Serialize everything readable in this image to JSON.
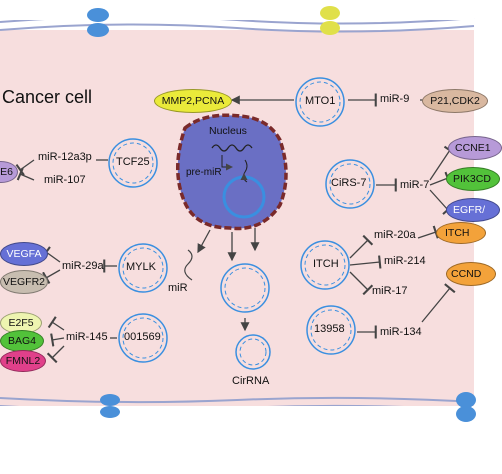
{
  "cell_label": "Cancer cell",
  "nucleus_label": "Nucleus",
  "pre_mir_label": "pre-miR",
  "mir_label": "miR",
  "circrna_label": "CirRNA",
  "circrnas": {
    "mto1": "MTO1",
    "tcf25": "TCF25",
    "cirs7": "CiRS-7",
    "mylk": "MYLK",
    "itch": "ITCH",
    "c001569": "001569",
    "c13958": "13958"
  },
  "mirnas": {
    "mir9": "miR-9",
    "mir12a3p": "miR-12a3p",
    "mir107": "miR-107",
    "mir7": "miR-7",
    "mir29a": "miR-29a",
    "mir20a": "miR-20a",
    "mir214": "miR-214",
    "mir17": "miR-17",
    "mir145": "miR-145",
    "mir134": "miR-134"
  },
  "targets": {
    "mmp2_pcna": "MMP2,PCNA",
    "p21_cdk2": "P21,CDK2",
    "e6": "E6",
    "ccne1": "CCNE1",
    "pik3cd": "PIK3CD",
    "egfr": "EGFR/",
    "vegfa": "VEGFA",
    "vegfr2": "VEGFR2",
    "itch_t": "ITCH",
    "ccnd": "CCND",
    "e2f5": "E2F5",
    "bag4": "BAG4",
    "fmnl2": "FMNL2"
  },
  "colors": {
    "cytoplasm": "#f7dede",
    "membrane": "#9aa4cf",
    "nucleus": "#6a6fc4",
    "yellow": "#eaea3a",
    "brown": "#d9b8a0",
    "purple": "#b79ad8",
    "green": "#52c23a",
    "blue": "#6670d6",
    "orange": "#f3a23a",
    "pink": "#e0408a",
    "light_green": "#eef5b0",
    "gray": "#c8bdb0"
  }
}
